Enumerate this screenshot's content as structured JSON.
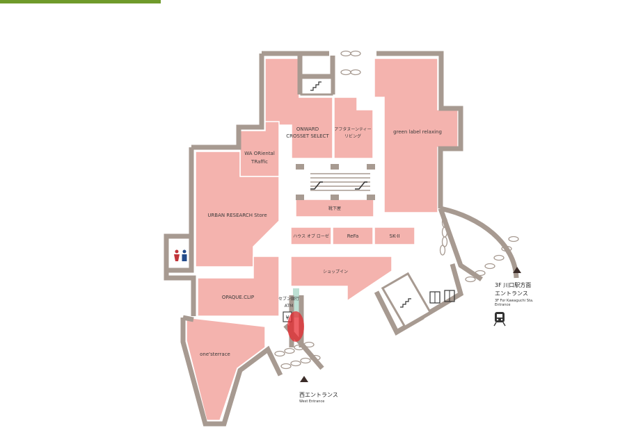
{
  "colors": {
    "accent_bar": "#6f9a2b",
    "shop_fill": "#f4b3ae",
    "wall": "#a79a91",
    "marker": "#e8242b"
  },
  "shops": {
    "onward": [
      "ONWARD",
      "CROSSET SELECT"
    ],
    "afternoon": [
      "アフタヌーンティー",
      "リビング"
    ],
    "green_label": "green label relaxing",
    "wa_oriental": [
      "WA ORiental",
      "TRaffic"
    ],
    "urban_research": "URBAN RESEARCH Store",
    "kutsushita": "靴下屋",
    "house_of_rose": "ハウス オブ ローゼ",
    "refa": "ReFa",
    "sk2": "SK-II",
    "shop_in": "ショップイン",
    "opaque_clip": "OPAQUE.CLIP",
    "seven_bank": [
      "セブン銀行",
      "ATM"
    ],
    "ones_terrace": "one'sterrace"
  },
  "entrances": {
    "west": {
      "label": "西エントランス",
      "sub": "West Entrance"
    },
    "kawaguchi": {
      "label": [
        "3F 川口駅方面",
        "エントランス"
      ],
      "sub": [
        "3F For Kawaguchi Sta.",
        "Entrance"
      ]
    }
  },
  "icons": {
    "restroom": "restroom-icon",
    "escalator": "escalator-icon",
    "stairs": "stairs-icon",
    "elevator": "elevator-icon",
    "atm": "yen-icon",
    "train": "train-icon",
    "location_marker": "location-marker-icon"
  }
}
